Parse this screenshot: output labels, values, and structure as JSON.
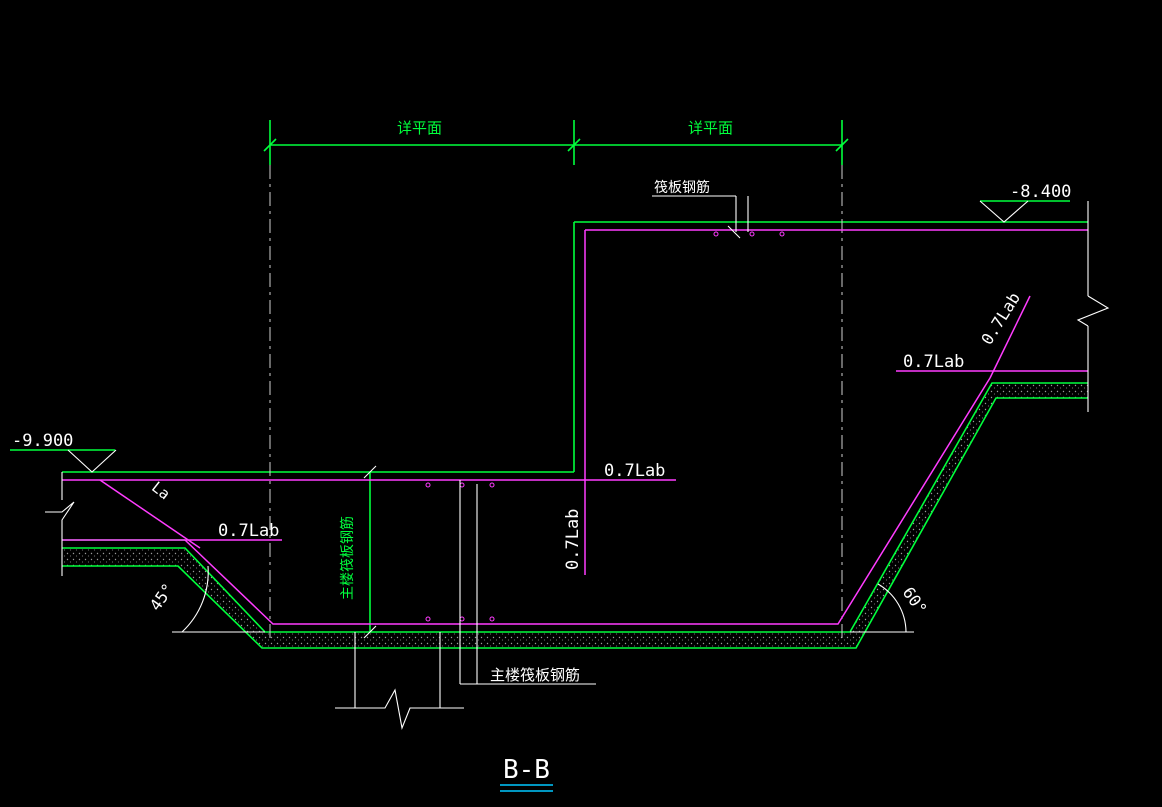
{
  "drawing": {
    "dimension_label_left": "详平面",
    "dimension_label_right": "详平面",
    "raft_rebar_label": "筏板钢筋",
    "main_raft_rebar_label": "主楼筏板钢筋",
    "main_raft_rebar_vertical_label": "主楼筏板钢筋",
    "elev_right": "-8.400",
    "elev_left": "-9.900",
    "lab_mid": "0.7Lab",
    "lab_left": "0.7Lab",
    "lab_vertical": "0.7Lab",
    "lab_right_horizontal": "0.7Lab",
    "lab_right_slope": "0.7Lab",
    "la_label": "La",
    "angle_left": "45°",
    "angle_right": "60°",
    "section_title": "B-B"
  },
  "colors": {
    "background": "#000000",
    "outline": "#00ff3c",
    "rebar": "#ff3cff",
    "dim_lines": "#ffffff",
    "text": "#ffffff",
    "concrete_fill": "#1a1a1a",
    "title_underline": "#00c8ff"
  }
}
